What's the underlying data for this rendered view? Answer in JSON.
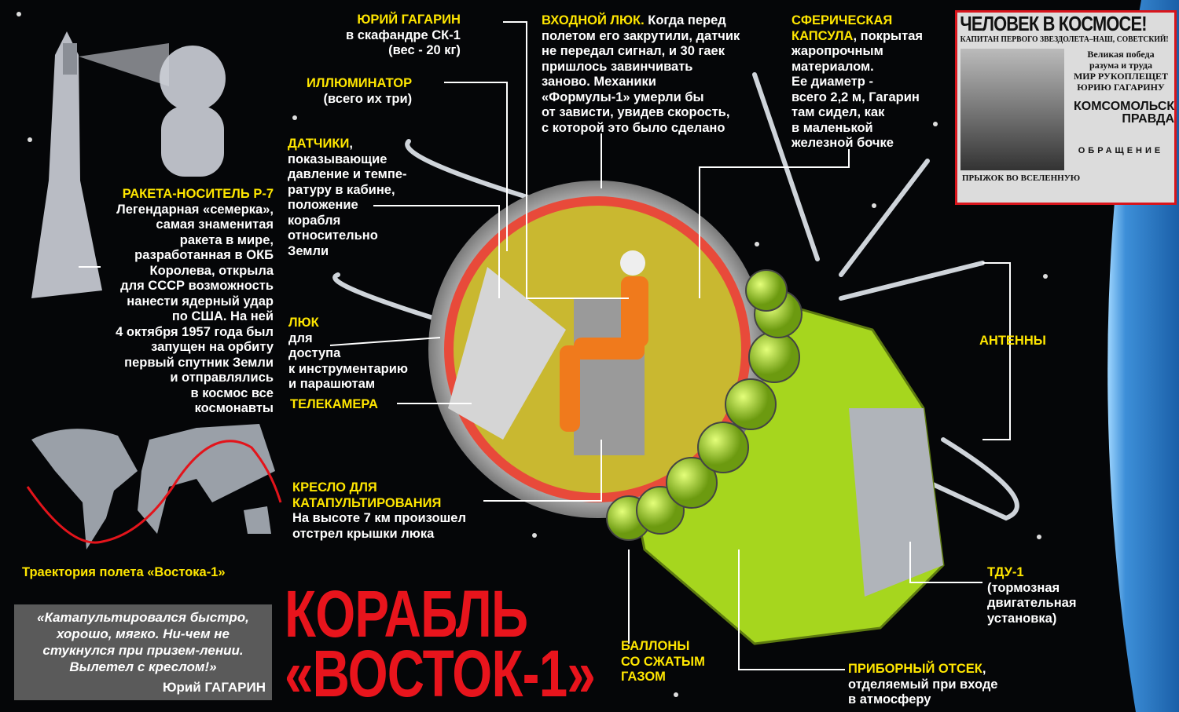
{
  "title": "КОРАБЛЬ\n«ВОСТОК-1»",
  "labels": {
    "gagarin": {
      "head": "ЮРИЙ ГАГАРИН",
      "body": "в скафандре СК-1\n(вес - 20 кг)"
    },
    "porthole": {
      "head": "ИЛЛЮМИНАТОР",
      "body": "(всего их три)"
    },
    "sensors": {
      "head": "ДАТЧИКИ",
      "body": ", \nпоказывающие\nдавление и темпе-\nратуру в кабине,\nположение\nкорабля\nотносительно\nЗемли"
    },
    "hatch_entry": {
      "head": "ВХОДНОЙ ЛЮК.",
      "body": " Когда перед\nполетом его закрутили, датчик\nне передал сигнал, и 30 гаек\nпришлось завинчивать\nзаново. Механики\n«Формулы-1» умерли бы\nот зависти, увидев скорость,\nс которой это было сделано"
    },
    "capsule": {
      "head": "СФЕРИЧЕСКАЯ\nКАПСУЛА",
      "body": ", покрытая\nжаропрочным\nматериалом.\nЕе диаметр -\nвсего 2,2 м, Гагарин\nтам сидел, как\nв маленькой\nжелезной бочке"
    },
    "rocket": {
      "head": "РАКЕТА-НОСИТЕЛЬ Р-7",
      "body": "Легендарная «семерка»,\nсамая знаменитая\nракета в мире,\nразработанная в ОКБ\nКоролева, открыла\nдля СССР возможность\nнанести ядерный удар\nпо США. На ней\n4 октября 1957 года был\nзапущен на орбиту\nпервый спутник Земли\nи отправлялись\nв космос все\nкосмонавты"
    },
    "hatch": {
      "head": "ЛЮК",
      "body": "для\nдоступа\nк инструментарию\nи парашютам"
    },
    "camera": {
      "head": "ТЕЛЕКАМЕРА"
    },
    "seat": {
      "head": "КРЕСЛО ДЛЯ\nКАТАПУЛЬТИРОВАНИЯ",
      "body": "На высоте 7 км произошел\nотстрел крышки люка"
    },
    "antennas": {
      "head": "АНТЕННЫ"
    },
    "tdu": {
      "head": "ТДУ-1",
      "body": "(тормозная\nдвигательная\nустановка)"
    },
    "tanks": {
      "head": "БАЛЛОНЫ\nСО СЖАТЫМ\nГАЗОМ"
    },
    "instrument": {
      "head": "ПРИБОРНЫЙ ОТСЕК",
      "body": ",\nотделяемый при входе\nв атмосферу"
    }
  },
  "map_caption": "Траектория полета «Востока-1»",
  "quote": {
    "text": "«Катапультировался быстро, хорошо, мягко. Ни-чем не стукнулся при призем-лении. Вылетел с креслом!»",
    "author": "Юрий ГАГАРИН"
  },
  "newspaper": {
    "headline": "ЧЕЛОВЕК В КОСМОСЕ!",
    "subhead": "КАПИТАН ПЕРВОГО ЗВЕЗДОЛЕТА–НАШ, СОВЕТСКИЙ!",
    "lines": "Великая победа\nразума и труда\nМИР РУКОПЛЕЩЕТ\nЮРИЮ ГАГАРИНУ",
    "masthead": "КОМСОМОЛЬСКАЯ\nПРАВДА",
    "appeal": "ОБРАЩЕНИЕ",
    "article": "ПРЫЖОК ВО ВСЕЛЕННУЮ"
  },
  "colors": {
    "accent": "#ffe600",
    "title": "#e8141c",
    "module": "#a6d61e"
  }
}
